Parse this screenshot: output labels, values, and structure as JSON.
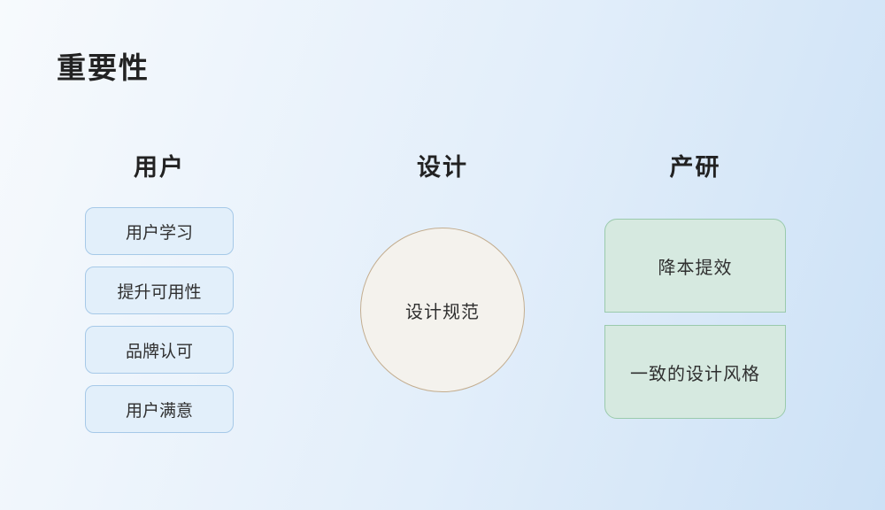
{
  "page": {
    "title": "重要性"
  },
  "columns": {
    "user": {
      "header": "用户",
      "items": [
        {
          "label": "用户学习"
        },
        {
          "label": "提升可用性"
        },
        {
          "label": "品牌认可"
        },
        {
          "label": "用户满意"
        }
      ]
    },
    "design": {
      "header": "设计",
      "circle_label": "设计规范"
    },
    "product": {
      "header": "产研",
      "items": [
        {
          "label": "降本提效"
        },
        {
          "label": "一致的设计风格"
        }
      ]
    }
  },
  "colors": {
    "background_start": "#f7fafd",
    "background_end": "#cce1f6",
    "user_box_fill": "#e2effa",
    "user_box_border": "#a6c9e8",
    "circle_fill": "#f4f2ed",
    "circle_border": "#c3ad8f",
    "product_box_fill": "#d6e9e0",
    "product_box_border": "#9acaac",
    "text": "#2f2f2f"
  }
}
